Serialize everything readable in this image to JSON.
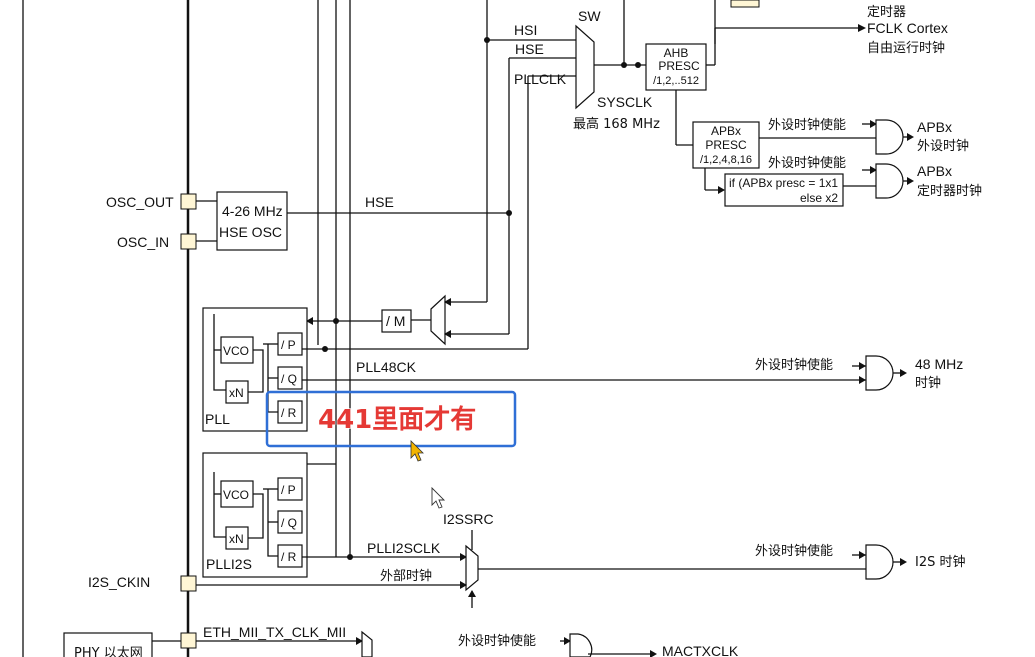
{
  "labels": {
    "hsi": "HSI",
    "hse_in": "HSE",
    "pllclk": "PLLCLK",
    "sw": "SW",
    "sysclk": "SYSCLK",
    "sysclk_max": "最高 168 MHz",
    "ahb_line1": "AHB",
    "ahb_line2": "PRESC",
    "ahb_line3": "/1,2,..512",
    "timer_top": "定时器",
    "fclk": "FCLK Cortex",
    "free_clock": "自由运行时钟",
    "apbx_line1": "APBx",
    "apbx_line2": "PRESC",
    "apbx_line3": "/1,2,4,8,16",
    "periph_enable": "外设时钟使能",
    "apbx_out1": "APBx",
    "apbx_out1_sub": "外设时钟",
    "apbx_if1": "if (APBx presc = 1x1",
    "apbx_if2": "else x2",
    "apbx_out2": "APBx",
    "apbx_out2_sub": "定时器时钟",
    "osc_out": "OSC_OUT",
    "osc_in": "OSC_IN",
    "osc_freq": "4-26 MHz",
    "osc_name": "HSE OSC",
    "hse_line": "HSE",
    "m_div": "/ M",
    "vco": "VCO",
    "xn": "xN",
    "p": "/ P",
    "q": "/ Q",
    "r": "/ R",
    "pll": "PLL",
    "pll48ck": "PLL48CK",
    "mhz48": "48 MHz",
    "mhz48_sub": "时钟",
    "annotation": "441里面才有",
    "plli2s": "PLLI2S",
    "i2ssrc": "I2SSRC",
    "plli2sclk": "PLLI2SCLK",
    "i2s_out": "I2S 时钟",
    "i2s_ckin": "I2S_CKIN",
    "ext_clock": "外部时钟",
    "eth_tx": "ETH_MII_TX_CLK_MII",
    "phy": "PHY 以太网",
    "mactxclk": "MACTXCLK"
  },
  "colors": {
    "annotation_text": "#e53935",
    "annotation_border": "#2f6fd6",
    "pin_fill": "#fff6d5",
    "line": "#111111"
  },
  "icons": {
    "cursor_1": "mouse-pointer-icon",
    "cursor_2": "mouse-pointer-icon"
  }
}
